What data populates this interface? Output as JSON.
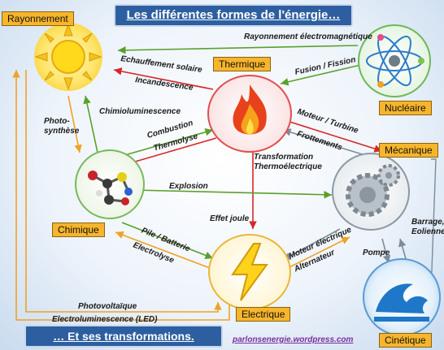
{
  "header": {
    "title": "Les différentes formes de l'énergie…"
  },
  "footer": {
    "subtitle": "… Et ses transformations.",
    "website": "parlonsenergie.wordpress.com"
  },
  "nodes": {
    "rayonnement": "Rayonnement",
    "thermique": "Thermique",
    "nucleaire": "Nucléaire",
    "chimique": "Chimique",
    "mecanique": "Mécanique",
    "electrique": "Electrique",
    "cinetique": "Cinétique"
  },
  "links": {
    "rayonnement_electromagnetique": "Rayonnement électromagnétique",
    "echauffement_solaire": "Echauffement solaire",
    "incandescence": "Incandescence",
    "fusion_fission": "Fusion / Fission",
    "chimioluminescence": "Chimioluminescence",
    "photosynthese_1": "Photo-",
    "photosynthese_2": "synthèse",
    "combustion": "Combustion",
    "thermolyse": "Thermolyse",
    "moteur_turbine": "Moteur / Turbine",
    "frottements": "Frottements",
    "transformation_1": "Transformation",
    "transformation_2": "Thermoélectrique",
    "explosion": "Explosion",
    "effet_joule": "Effet joule",
    "pile_batterie": "Pile / Batterie",
    "electrolyse": "Electrolyse",
    "moteur_electrique": "Moteur électrique",
    "alternateur": "Alternateur",
    "barrage": "Barrage,",
    "eolienne": "Eolienne",
    "pompe": "Pompe",
    "photovoltaique": "Photovoltaïque",
    "electroluminescence": "Electroluminescence (LED)"
  },
  "colors": {
    "red": "#d6272a",
    "green": "#5aa02c",
    "orange": "#f0a224",
    "gray": "#7a8c99",
    "tag": "#f7b52c",
    "title": "#2d5fa0"
  }
}
